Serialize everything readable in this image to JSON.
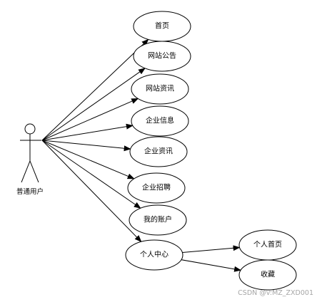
{
  "actor": {
    "label": "普通用户"
  },
  "use_cases": [
    {
      "id": "home",
      "label": "首页"
    },
    {
      "id": "notice",
      "label": "网站公告"
    },
    {
      "id": "news",
      "label": "网站资讯"
    },
    {
      "id": "company-info",
      "label": "企业信息"
    },
    {
      "id": "company-news",
      "label": "企业资讯"
    },
    {
      "id": "recruit",
      "label": "企业招聘"
    },
    {
      "id": "account",
      "label": "我的账户"
    },
    {
      "id": "center",
      "label": "个人中心"
    },
    {
      "id": "profile",
      "label": "个人首页"
    },
    {
      "id": "favorites",
      "label": "收藏"
    }
  ],
  "associations": [
    {
      "from": "actor",
      "to": "home"
    },
    {
      "from": "actor",
      "to": "notice"
    },
    {
      "from": "actor",
      "to": "news"
    },
    {
      "from": "actor",
      "to": "company-info"
    },
    {
      "from": "actor",
      "to": "company-news"
    },
    {
      "from": "actor",
      "to": "recruit"
    },
    {
      "from": "actor",
      "to": "account"
    },
    {
      "from": "actor",
      "to": "center"
    },
    {
      "from": "center",
      "to": "profile"
    },
    {
      "from": "center",
      "to": "favorites"
    }
  ],
  "watermark": "CSDN @v:MZ_ZXD001",
  "colors": {
    "line": "#000000",
    "fill": "#ffffff",
    "watermark": "#a6a6a6"
  }
}
